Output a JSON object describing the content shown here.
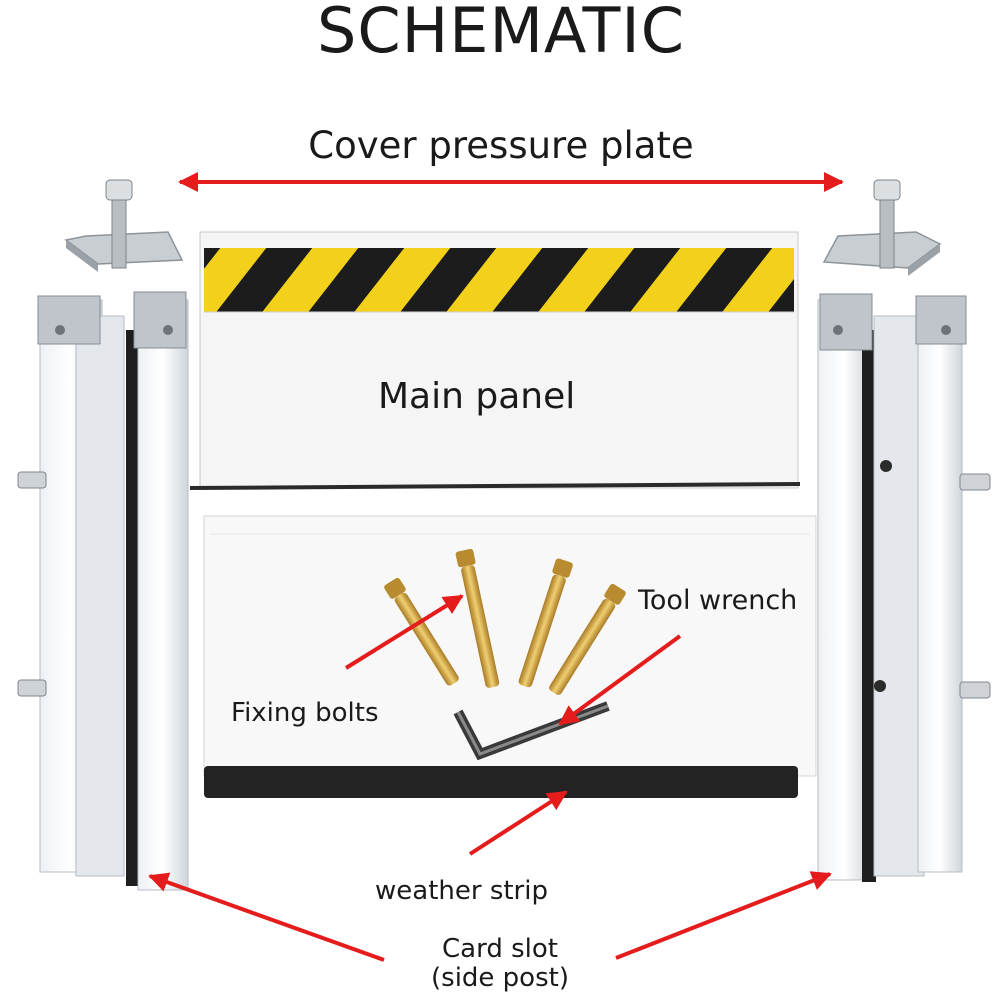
{
  "diagram": {
    "title": "SCHEMATIC",
    "labels": {
      "cover_plate": "Cover pressure plate",
      "main_panel": "Main panel",
      "tool_wrench": "Tool wrench",
      "fixing_bolts": "Fixing bolts",
      "weather_strip": "weather strip",
      "card_slot_line1": "Card slot",
      "card_slot_line2": "(side post)"
    },
    "colors": {
      "arrow": "#e41c1c",
      "stripe_yellow": "#f3d11a",
      "stripe_black": "#1c1c1c",
      "aluminum": "#d8dde2",
      "panel_white": "#f7f7f7",
      "bolt_gold": "#c99a3a",
      "rubber": "#232323"
    }
  }
}
